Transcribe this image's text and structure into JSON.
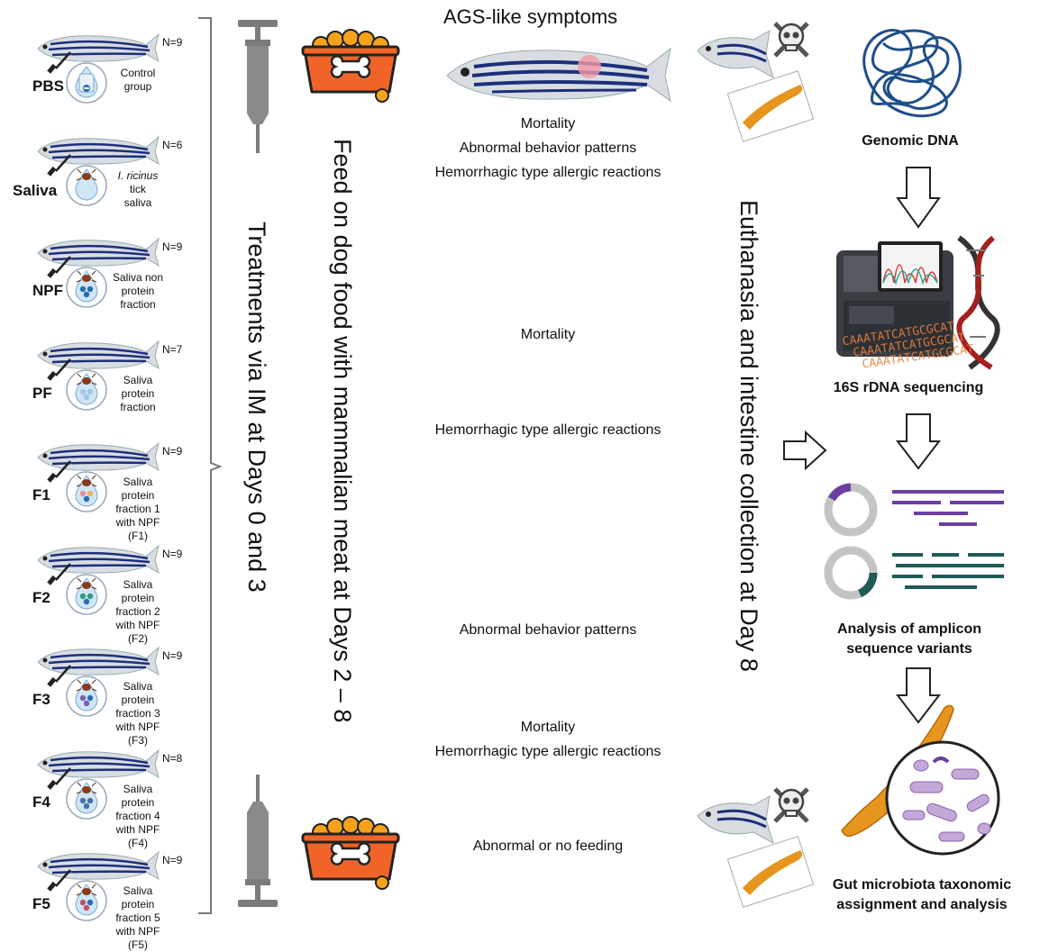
{
  "groups": [
    {
      "label": "PBS",
      "n": "N=9",
      "desc": [
        "Control",
        "group"
      ],
      "drop": "#cfe6f6",
      "dots": []
    },
    {
      "label": "Saliva",
      "n": "N=6",
      "desc_italic": "I. ricinus",
      "desc": [
        "tick",
        "saliva"
      ],
      "drop": "#cfe6f6",
      "dots": []
    },
    {
      "label": "NPF",
      "n": "N=9",
      "desc": [
        "Saliva non",
        "protein",
        "fraction"
      ],
      "drop": "#cfe6f6",
      "dots": [
        "#2b6cb0",
        "#2b6cb0",
        "#2b6cb0"
      ]
    },
    {
      "label": "PF",
      "n": "N=7",
      "desc": [
        "Saliva",
        "protein",
        "fraction"
      ],
      "drop": "#cfe6f6",
      "dots": [
        "#9fc6e8",
        "#9fc6e8",
        "#9fc6e8"
      ]
    },
    {
      "label": "F1",
      "n": "N=9",
      "desc": [
        "Saliva",
        "protein",
        "fraction 1",
        "with NPF (F1)"
      ],
      "drop": "#cfe6f6",
      "dots": [
        "#e88fa0",
        "#e8b35a",
        "#2b6cb0"
      ]
    },
    {
      "label": "F2",
      "n": "N=9",
      "desc": [
        "Saliva",
        "protein",
        "fraction 2",
        "with NPF (F2)"
      ],
      "drop": "#cfe6f6",
      "dots": [
        "#2e9e7a",
        "#2e9e7a",
        "#2b6cb0"
      ]
    },
    {
      "label": "F3",
      "n": "N=9",
      "desc": [
        "Saliva",
        "protein",
        "fraction 3",
        "with NPF (F3)"
      ],
      "drop": "#cfe6f6",
      "dots": [
        "#7a5fb0",
        "#2b6cb0",
        "#7a5fb0"
      ]
    },
    {
      "label": "F4",
      "n": "N=8",
      "desc": [
        "Saliva",
        "protein",
        "fraction 4",
        "with NPF (F4)"
      ],
      "drop": "#cfe6f6",
      "dots": [
        "#4a6ea8",
        "#4a6ea8",
        "#4a6ea8"
      ]
    },
    {
      "label": "F5",
      "n": "N=9",
      "desc": [
        "Saliva",
        "protein",
        "fraction 5",
        "with NPF (F5)"
      ],
      "drop": "#cfe6f6",
      "dots": [
        "#c0506a",
        "#2b6cb0",
        "#c0506a"
      ]
    }
  ],
  "treatments_text": "Treatments via IM at Days 0 and 3",
  "feed_text": "Feed on dog food with mammalian meat at Days 2 – 8",
  "euthanasia_text": "Euthanasia and intestine collection at Day 8",
  "ags_title": "AGS-like symptoms",
  "effects": [
    [
      "Mortality",
      "Abnormal behavior patterns",
      "Hemorrhagic type allergic reactions"
    ],
    [
      "Mortality"
    ],
    [
      "Hemorrhagic type allergic reactions"
    ],
    [
      "Abnormal behavior patterns"
    ],
    [
      "Mortality",
      "Hemorrhagic type allergic reactions"
    ],
    [
      "Abnormal or no feeding"
    ]
  ],
  "pipeline": {
    "genomic_dna": "Genomic DNA",
    "sequencing": "16S rDNA sequencing",
    "asv": [
      "Analysis of amplicon",
      "sequence variants"
    ],
    "gut": [
      "Gut microbiota taxonomic",
      "assignment and analysis"
    ],
    "seq_letters": [
      "CAAATATCATGCGCAT",
      "CAAATATCATGCGCAT",
      "CAAATATCATGCGCAT"
    ]
  },
  "colors": {
    "fish_stripe": "#1e2f7a",
    "bowl": "#f0642a",
    "food": "#f7a21b",
    "dna": "#1f4f8a",
    "asv_purple": "#6b3fa0",
    "asv_teal": "#1d5c57",
    "gut": "#e6951f"
  }
}
